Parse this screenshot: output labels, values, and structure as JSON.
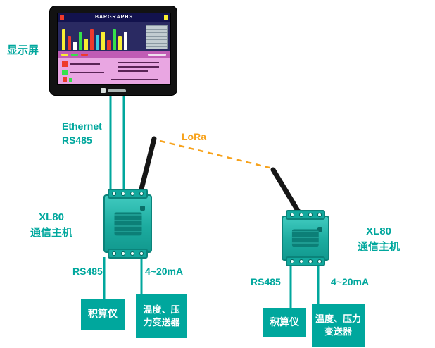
{
  "palette": {
    "teal": "#00a79d",
    "orange": "#f7a21b",
    "device": "#1cab9f"
  },
  "display": {
    "label": "显示屏",
    "screen_title": "BARGRAPHS"
  },
  "screen_bars": [
    {
      "color": "#f9ee32",
      "h": 30
    },
    {
      "color": "#ee3a2c",
      "h": 20
    },
    {
      "color": "#ffffff",
      "h": 12
    },
    {
      "color": "#35e24b",
      "h": 26
    },
    {
      "color": "#f9ee32",
      "h": 16
    },
    {
      "color": "#ee3a2c",
      "h": 30
    },
    {
      "color": "#35cde2",
      "h": 22
    },
    {
      "color": "#f9ee32",
      "h": 26
    },
    {
      "color": "#ee3a2c",
      "h": 14
    },
    {
      "color": "#35e24b",
      "h": 30
    },
    {
      "color": "#f9ee32",
      "h": 20
    },
    {
      "color": "#ffffff",
      "h": 26
    }
  ],
  "links": {
    "ethernet": "Ethernet",
    "rs485": "RS485",
    "lora": "LoRa"
  },
  "device_left": {
    "model": "XL80",
    "role": "通信主机"
  },
  "device_right": {
    "model": "XL80",
    "role": "通信主机"
  },
  "branch_left": {
    "bus": "RS485",
    "analog": "4~20mA",
    "box_integrator": "积算仪",
    "box_transmitter": "温度、压力变送器"
  },
  "branch_right": {
    "bus": "RS485",
    "analog": "4~20mA",
    "box_integrator": "积算仪",
    "box_transmitter": "温度、压力变送器"
  }
}
